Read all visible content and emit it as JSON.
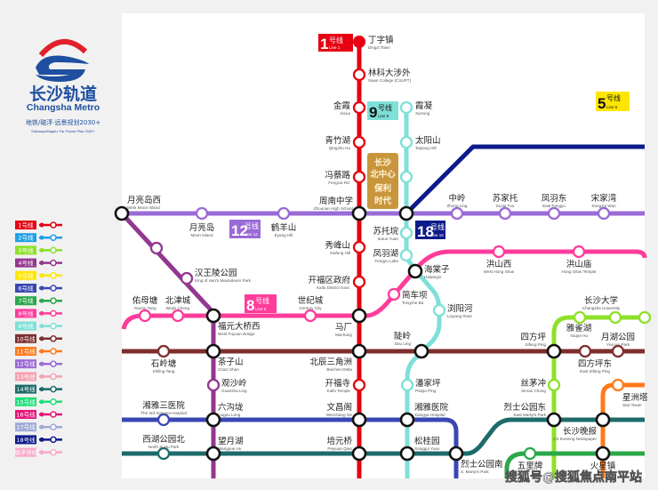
{
  "logo": {
    "title_cn": "长沙轨道",
    "title_en": "Changsha Metro",
    "subtitle_cn": "地铁/磁浮·远景规划2030+",
    "subtitle_en": "Subways/Maglev·Far Future Plan 2030+"
  },
  "legend": [
    {
      "label": "1号线",
      "color": "#e60012"
    },
    {
      "label": "2号线",
      "color": "#1ea0e6"
    },
    {
      "label": "3号线",
      "color": "#8ee02a"
    },
    {
      "label": "4号线",
      "color": "#93378f"
    },
    {
      "label": "5号线",
      "color": "#ffe600"
    },
    {
      "label": "6号线",
      "color": "#3a47b3"
    },
    {
      "label": "7号线",
      "color": "#2aa84a"
    },
    {
      "label": "8号线",
      "color": "#ff3c9b"
    },
    {
      "label": "9号线",
      "color": "#7ee0d8"
    },
    {
      "label": "10号线",
      "color": "#7e2e2e"
    },
    {
      "label": "11号线",
      "color": "#ff7a1a"
    },
    {
      "label": "12号线",
      "color": "#9a6ad6"
    },
    {
      "label": "13号线",
      "color": "#f5a0b0"
    },
    {
      "label": "14号线",
      "color": "#1d6b6b"
    },
    {
      "label": "15号线",
      "color": "#1ee07a"
    },
    {
      "label": "16号线",
      "color": "#e6157a"
    },
    {
      "label": "17号线",
      "color": "#a0aad8"
    },
    {
      "label": "18号线",
      "color": "#0d1a8a"
    },
    {
      "label": "磁浮快线",
      "color": "#f7a8c8"
    }
  ],
  "badges": {
    "line1": {
      "num": "1",
      "suffix": "号线",
      "en": "Line 1"
    },
    "line9": {
      "num": "9",
      "suffix": "号线",
      "en": "Line 9"
    },
    "line5": {
      "num": "5",
      "suffix": "号线",
      "en": "Line 5"
    },
    "line12": {
      "num": "12",
      "suffix": "号线",
      "en": "Line 12"
    },
    "line18": {
      "num": "18",
      "suffix": "号线",
      "en": "Line 18"
    },
    "line8": {
      "num": "8",
      "suffix": "号线",
      "en": "Line 8"
    }
  },
  "promo": {
    "line1": "长沙",
    "line2": "北中心",
    "line3": "保利",
    "line4": "时代"
  },
  "stations": {
    "dingzi": {
      "cn": "丁字镇",
      "en": "Dingzi Town"
    },
    "linke": {
      "cn": "林科大涉外",
      "en": "Swan College (CSUFT)"
    },
    "jinxia": {
      "cn": "金霞",
      "en": "Jinxia"
    },
    "qingzhu": {
      "cn": "青竹湖",
      "en": "Qingzhu Hu"
    },
    "fengcai": {
      "cn": "冯蔡路",
      "en": "Fengcai Rd."
    },
    "zhounan": {
      "cn": "周南中学",
      "en": "Zhounan High School"
    },
    "xiufeng": {
      "cn": "秀峰山",
      "en": "Xiufeng Hill"
    },
    "kaifuqu": {
      "cn": "开福区政府",
      "en": "Kaifu District Govt."
    },
    "machang": {
      "cn": "马厂",
      "en": "Machang"
    },
    "beichen": {
      "cn": "北辰三角洲",
      "en": "Beichen Delta"
    },
    "kaifusi": {
      "cn": "开福寺",
      "en": "Kaifu Temple"
    },
    "wenchang": {
      "cn": "文昌阁",
      "en": "Wenchang Ge"
    },
    "peiyuan": {
      "cn": "培元桥",
      "en": "Peiyuan Qiao"
    },
    "xianing": {
      "cn": "霞凝",
      "en": "Xia'ning"
    },
    "taiyang": {
      "cn": "太阳山",
      "en": "Taiyang Hill"
    },
    "sutuo": {
      "cn": "苏托垸",
      "en": "Sutuo Yuan"
    },
    "fengyuhu": {
      "cn": "凤羽湖",
      "en": "Fengyu Lake"
    },
    "haitang": {
      "cn": "海棠子",
      "en": "Haitangzi"
    },
    "jianche": {
      "cn": "简车坝",
      "en": "Tongche Ba"
    },
    "liuyang": {
      "cn": "浏阳河",
      "en": "Liuyang River"
    },
    "douling": {
      "cn": "陡岭",
      "en": "Dou Ling"
    },
    "panjia": {
      "cn": "潘家坪",
      "en": "Panjia Ping"
    },
    "xiangyayy": {
      "cn": "湘雅医院",
      "en": "Xiangya Hospital"
    },
    "songgui": {
      "cn": "松桂园",
      "en": "Songgui Yuan"
    },
    "yueliangxi": {
      "cn": "月亮岛西",
      "en": "West Moon Island"
    },
    "yueliang": {
      "cn": "月亮岛",
      "en": "Moon Island"
    },
    "heyang": {
      "cn": "鹤羊山",
      "en": "Eyang Hill"
    },
    "zhongling": {
      "cn": "中岭",
      "en": "Zhong Ling"
    },
    "sujia": {
      "cn": "苏家托",
      "en": "SuJia Tuo"
    },
    "fengyudong": {
      "cn": "凤羽东",
      "en": "East Fengyu"
    },
    "songjia": {
      "cn": "宋家湾",
      "en": "SongJia Wan"
    },
    "hanwang": {
      "cn": "汉王陵公园",
      "en": "King of Han's Mausoleum Park"
    },
    "youmu": {
      "cn": "佑母塘",
      "en": "Youmu Tang"
    },
    "beijin": {
      "cn": "北津城",
      "en": "Beijin Cheng"
    },
    "fuyuan": {
      "cn": "福元大桥西",
      "en": "West Fuyuan Bridge"
    },
    "shiji": {
      "cn": "世纪城",
      "en": "Century City"
    },
    "hongshanxi": {
      "cn": "洪山西",
      "en": "West Hong Shan"
    },
    "hongshanmiao": {
      "cn": "洪山庙",
      "en": "Hong Shan Temple"
    },
    "csuniv": {
      "cn": "长沙大学",
      "en": "Changsha University"
    },
    "yaque": {
      "cn": "雅雀湖",
      "en": "Yaque Hu"
    },
    "shiling": {
      "cn": "石岭塘",
      "en": "Shiling Tang"
    },
    "chazi": {
      "cn": "茶子山",
      "en": "Chazi Shan"
    },
    "sifangping": {
      "cn": "四方坪",
      "en": "Sifang Ping"
    },
    "sifangdong": {
      "cn": "四方坪东",
      "en": "East Sifang Ping"
    },
    "yuehu": {
      "cn": "月湖公园",
      "en": "Yue Hu Park"
    },
    "guansha": {
      "cn": "观沙岭",
      "en": "Guansha Ling"
    },
    "simao": {
      "cn": "丝茅冲",
      "en": "Simao Chong"
    },
    "xingzhou": {
      "cn": "星洲塔",
      "en": "Star Tower"
    },
    "xy3": {
      "cn": "湘雅三医院",
      "en": "The 3rd Xiangya Hospital"
    },
    "liugou": {
      "cn": "六沟垅",
      "en": "Liugou Long"
    },
    "lieshidong": {
      "cn": "烈士公园东",
      "en": "East Martyrs Park"
    },
    "cswanbao": {
      "cn": "长沙晚报",
      "en": "CS Evening Newspaper"
    },
    "xihu": {
      "cn": "西湖公园北",
      "en": "North Xi Hu Park"
    },
    "wangyue": {
      "cn": "望月湖",
      "en": "Wangyue Hu"
    },
    "lieshinan": {
      "cn": "烈士公园南",
      "en": "S. Martyrs Park"
    },
    "wuli": {
      "cn": "五里牌",
      "en": ""
    },
    "huoxing": {
      "cn": "火星镇",
      "en": ""
    }
  },
  "watermark": "搜狐号@搜狐焦点南平站"
}
